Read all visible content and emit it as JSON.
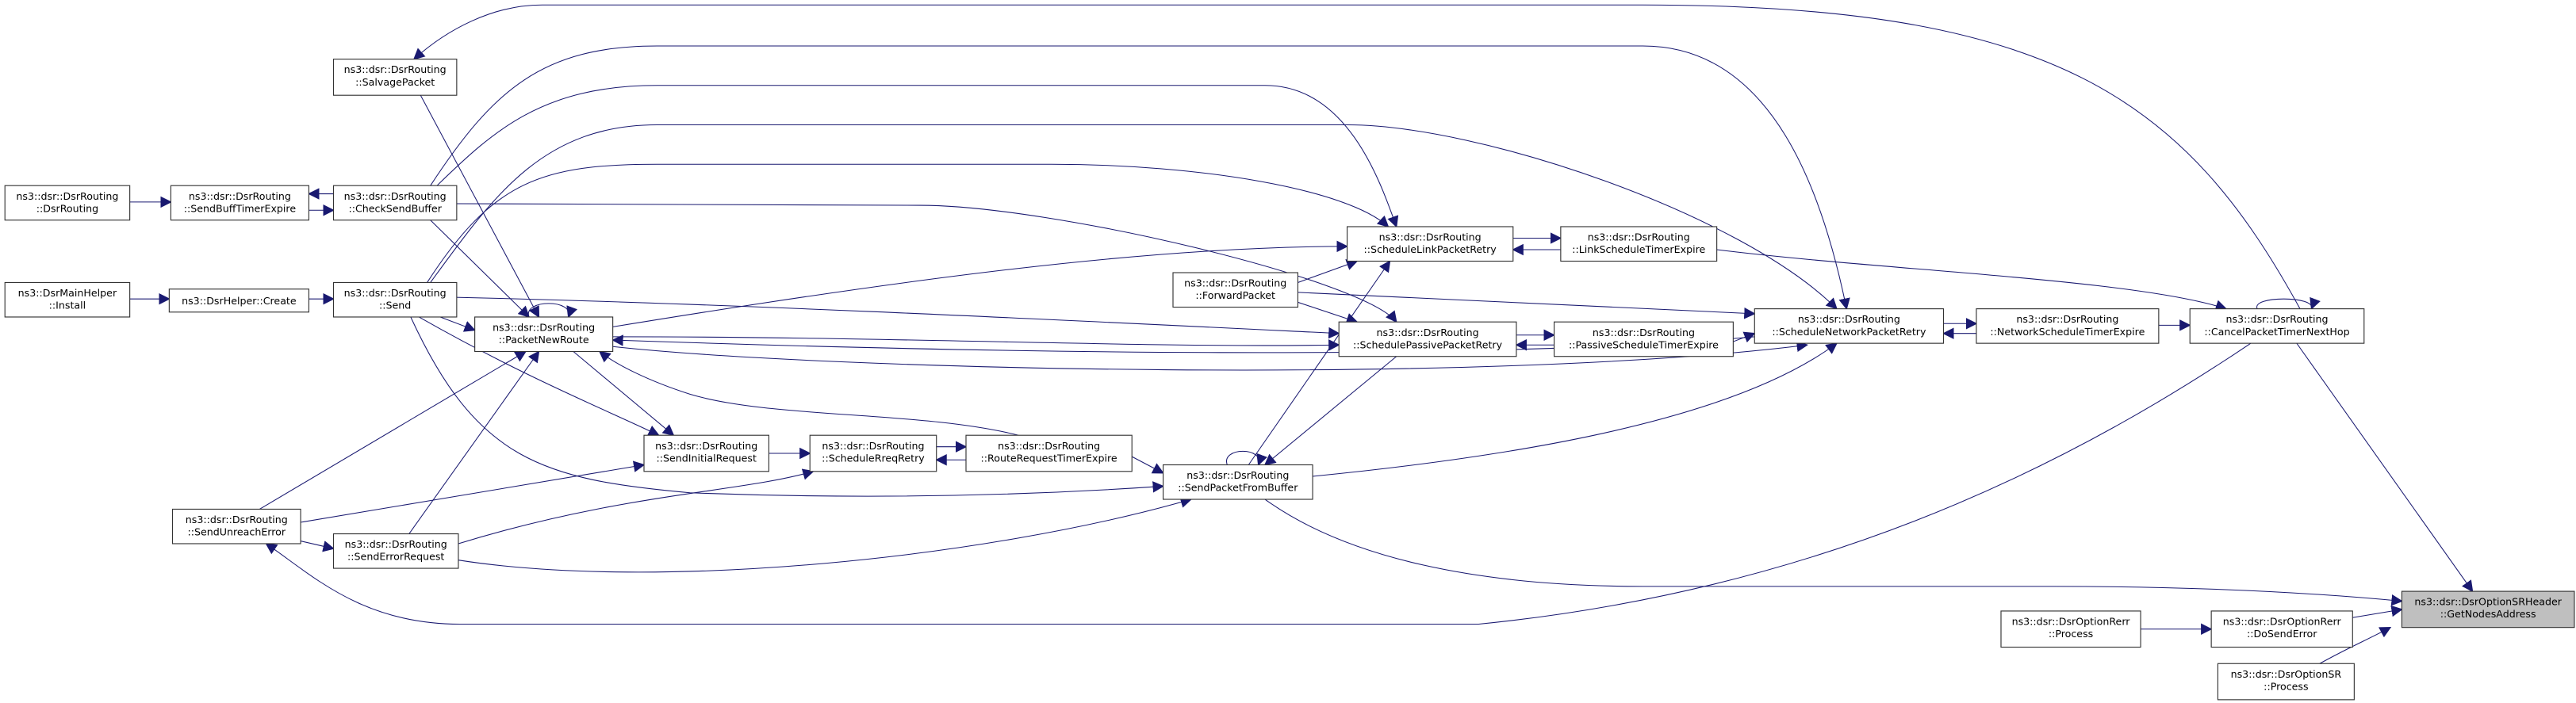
{
  "colors": {
    "edge": "#191970",
    "node_border": "#333333",
    "highlight_fill": "#bfbfbf"
  },
  "nodes": [
    {
      "id": "salvage",
      "line1": "ns3::dsr::DsrRouting",
      "line2": "::SalvagePacket"
    },
    {
      "id": "ctor",
      "line1": "ns3::dsr::DsrRouting",
      "line2": "::DsrRouting"
    },
    {
      "id": "sendbuff",
      "line1": "ns3::dsr::DsrRouting",
      "line2": "::SendBuffTimerExpire"
    },
    {
      "id": "checksend",
      "line1": "ns3::dsr::DsrRouting",
      "line2": "::CheckSendBuffer"
    },
    {
      "id": "install",
      "line1": "ns3::DsrMainHelper",
      "line2": "::Install"
    },
    {
      "id": "create",
      "line1": "ns3::DsrHelper::Create",
      "line2": ""
    },
    {
      "id": "send",
      "line1": "ns3::dsr::DsrRouting",
      "line2": "::Send"
    },
    {
      "id": "pnr",
      "line1": "ns3::dsr::DsrRouting",
      "line2": "::PacketNewRoute"
    },
    {
      "id": "sir",
      "line1": "ns3::dsr::DsrRouting",
      "line2": "::SendInitialRequest"
    },
    {
      "id": "srr",
      "line1": "ns3::dsr::DsrRouting",
      "line2": "::ScheduleRreqRetry"
    },
    {
      "id": "rrte",
      "line1": "ns3::dsr::DsrRouting",
      "line2": "::RouteRequestTimerExpire"
    },
    {
      "id": "spfb",
      "line1": "ns3::dsr::DsrRouting",
      "line2": "::SendPacketFromBuffer"
    },
    {
      "id": "sue",
      "line1": "ns3::dsr::DsrRouting",
      "line2": "::SendUnreachError"
    },
    {
      "id": "ser",
      "line1": "ns3::dsr::DsrRouting",
      "line2": "::SendErrorRequest"
    },
    {
      "id": "fwd",
      "line1": "ns3::dsr::DsrRouting",
      "line2": "::ForwardPacket"
    },
    {
      "id": "slpr",
      "line1": "ns3::dsr::DsrRouting",
      "line2": "::ScheduleLinkPacketRetry"
    },
    {
      "id": "lste",
      "line1": "ns3::dsr::DsrRouting",
      "line2": "::LinkScheduleTimerExpire"
    },
    {
      "id": "sppr",
      "line1": "ns3::dsr::DsrRouting",
      "line2": "::SchedulePassivePacketRetry"
    },
    {
      "id": "pste",
      "line1": "ns3::dsr::DsrRouting",
      "line2": "::PassiveScheduleTimerExpire"
    },
    {
      "id": "snpr",
      "line1": "ns3::dsr::DsrRouting",
      "line2": "::ScheduleNetworkPacketRetry"
    },
    {
      "id": "nste",
      "line1": "ns3::dsr::DsrRouting",
      "line2": "::NetworkScheduleTimerExpire"
    },
    {
      "id": "cancel",
      "line1": "ns3::dsr::DsrRouting",
      "line2": "::CancelPacketTimerNextHop"
    },
    {
      "id": "gna",
      "line1": "ns3::dsr::DsrOptionSRHeader",
      "line2": "::GetNodesAddress",
      "highlighted": true
    },
    {
      "id": "rerrproc",
      "line1": "ns3::dsr::DsrOptionRerr",
      "line2": "::Process"
    },
    {
      "id": "dse",
      "line1": "ns3::dsr::DsrOptionRerr",
      "line2": "::DoSendError"
    },
    {
      "id": "srproc",
      "line1": "ns3::dsr::DsrOptionSR",
      "line2": "::Process"
    }
  ],
  "edges": [
    [
      "ctor",
      "sendbuff"
    ],
    [
      "checksend",
      "sendbuff"
    ],
    [
      "sendbuff",
      "checksend"
    ],
    [
      "install",
      "create"
    ],
    [
      "create",
      "send"
    ],
    [
      "send",
      "pnr"
    ],
    [
      "checksend",
      "pnr"
    ],
    [
      "salvage",
      "pnr"
    ],
    [
      "pnr",
      "pnr"
    ],
    [
      "cancel",
      "salvage"
    ],
    [
      "checksend",
      "snpr"
    ],
    [
      "checksend",
      "slpr"
    ],
    [
      "send",
      "slpr"
    ],
    [
      "send",
      "snpr"
    ],
    [
      "checksend",
      "sppr"
    ],
    [
      "send",
      "sppr"
    ],
    [
      "pnr",
      "slpr"
    ],
    [
      "pnr",
      "sppr"
    ],
    [
      "pnr",
      "snpr"
    ],
    [
      "snpr",
      "pnr"
    ],
    [
      "send",
      "spfb"
    ],
    [
      "send",
      "sir"
    ],
    [
      "pnr",
      "sir"
    ],
    [
      "rrte",
      "pnr"
    ],
    [
      "sue",
      "pnr"
    ],
    [
      "ser",
      "pnr"
    ],
    [
      "sue",
      "sir"
    ],
    [
      "sue",
      "ser"
    ],
    [
      "ser",
      "srr"
    ],
    [
      "sir",
      "srr"
    ],
    [
      "srr",
      "rrte"
    ],
    [
      "rrte",
      "srr"
    ],
    [
      "rrte",
      "spfb"
    ],
    [
      "spfb",
      "spfb"
    ],
    [
      "spfb",
      "slpr"
    ],
    [
      "sppr",
      "spfb"
    ],
    [
      "spfb",
      "snpr"
    ],
    [
      "ser",
      "spfb"
    ],
    [
      "fwd",
      "slpr"
    ],
    [
      "fwd",
      "sppr"
    ],
    [
      "fwd",
      "snpr"
    ],
    [
      "slpr",
      "lste"
    ],
    [
      "lste",
      "slpr"
    ],
    [
      "lste",
      "cancel"
    ],
    [
      "sppr",
      "pste"
    ],
    [
      "pste",
      "sppr"
    ],
    [
      "pste",
      "snpr"
    ],
    [
      "snpr",
      "nste"
    ],
    [
      "nste",
      "snpr"
    ],
    [
      "nste",
      "cancel"
    ],
    [
      "cancel",
      "cancel"
    ],
    [
      "cancel",
      "gna"
    ],
    [
      "cancel",
      "sue"
    ],
    [
      "spfb",
      "gna"
    ],
    [
      "dse",
      "gna"
    ],
    [
      "rerrproc",
      "dse"
    ],
    [
      "srproc",
      "gna"
    ]
  ]
}
